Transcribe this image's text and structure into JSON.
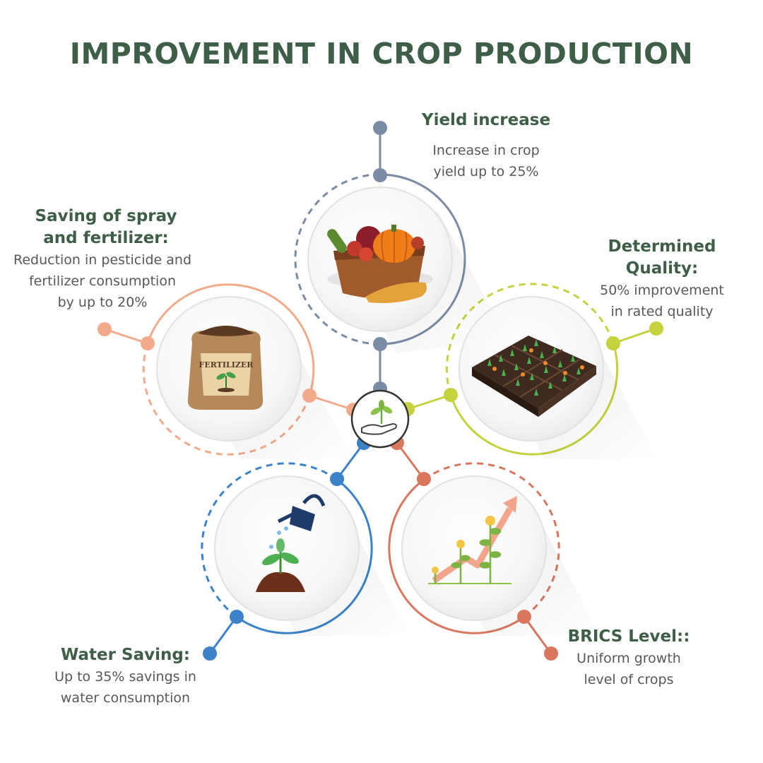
{
  "title": "IMPROVEMENT IN CROP PRODUCTION",
  "items": {
    "yield": {
      "heading": "Yield increase",
      "lines": [
        "Increase in crop",
        "yield up to 25%"
      ],
      "color": "#7a8ca4"
    },
    "spray": {
      "heading_lines": [
        "Saving of spray",
        "and fertilizer:"
      ],
      "lines": [
        "Reduction in pesticide and",
        "fertilizer consumption",
        "by up to 20%"
      ],
      "color": "#f2aa8a",
      "bag_text": "FERTILIZER"
    },
    "quality": {
      "heading": "Determined Quality:",
      "lines": [
        "50% improvement",
        "in rated quality"
      ],
      "color": "#c4d23e"
    },
    "water": {
      "heading": "Water Saving:",
      "lines": [
        "Up to 35% savings in",
        "water consumption"
      ],
      "color": "#3b82c8"
    },
    "brics": {
      "heading": "BRICS Level::",
      "lines": [
        "Uniform growth",
        "level of crops"
      ],
      "color": "#d9765e"
    }
  },
  "icons": {
    "center": "hand-plant-icon",
    "yield": "vegetable-basket-icon",
    "spray": "fertilizer-bag-icon",
    "quality": "crop-field-icon",
    "water": "watering-can-icon",
    "brics": "growth-chart-icon"
  }
}
